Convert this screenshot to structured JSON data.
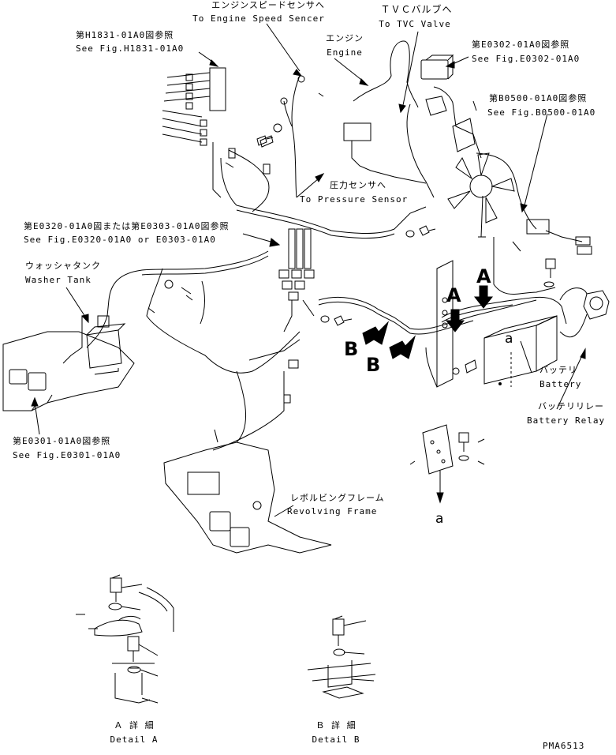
{
  "labels": {
    "engine_speed_sensor": {
      "jp": "エンジンスピードセンサへ",
      "en": "To Engine Speed Sencer"
    },
    "tvc_valve": {
      "jp": "ＴＶＣバルブへ",
      "en": "To TVC Valve"
    },
    "fig_h1831": {
      "jp": "第H1831-01A0図参照",
      "en": "See Fig.H1831-01A0"
    },
    "engine": {
      "jp": "エンジン",
      "en": "Engine"
    },
    "fig_e0302": {
      "jp": "第E0302-01A0図参照",
      "en": "See Fig.E0302-01A0"
    },
    "fig_b0500": {
      "jp": "第B0500-01A0図参照",
      "en": "See Fig.B0500-01A0"
    },
    "pressure_sensor": {
      "jp": "圧力センサへ",
      "en": "To Pressure Sensor"
    },
    "fig_e0320": {
      "jp": "第E0320-01A0図または第E0303-01A0図参照",
      "en": "See Fig.E0320-01A0 or E0303-01A0"
    },
    "washer_tank": {
      "jp": "ウォッシャタンク",
      "en": "Washer Tank"
    },
    "battery": {
      "jp": "バッテリ",
      "en": "Battery"
    },
    "battery_relay": {
      "jp": "バッテリリレー",
      "en": "Battery Relay"
    },
    "fig_e0301": {
      "jp": "第E0301-01A0図参照",
      "en": "See Fig.E0301-01A0"
    },
    "revolving_frame": {
      "jp": "レボルビングフレーム",
      "en": "Revolving Frame"
    },
    "detail_a": {
      "jp": "Ａ 詳 細",
      "en": "Detail A"
    },
    "detail_b": {
      "jp": "Ｂ 詳 細",
      "en": "Detail B"
    }
  },
  "markers": {
    "a_upper": "A",
    "a_lower": "A",
    "b_left": "B",
    "b_right": "B",
    "a_small_battery": "a",
    "a_small_bottom": "a"
  },
  "drawing_number": "PMA6513"
}
